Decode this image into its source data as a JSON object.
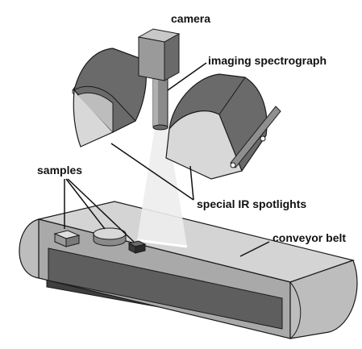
{
  "labels": {
    "camera": "camera",
    "spectrograph": "imaging spectrograph",
    "samples": "samples",
    "spotlights": "special IR spotlights",
    "belt": "conveyor belt"
  },
  "colors": {
    "light": "#d4d4d4",
    "mid": "#a9a9a9",
    "dark": "#5e5e5e",
    "darker": "#3e3e3e",
    "line": "#1a1a1a",
    "beam": "#ededed"
  }
}
